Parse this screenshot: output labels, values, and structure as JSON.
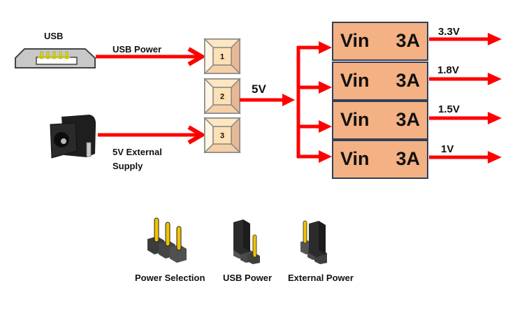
{
  "title": "Power Distribution Diagram",
  "colors": {
    "wire": "#ff0000",
    "regulator_fill": "#f4b183",
    "regulator_border": "#2f3f5a",
    "button_face": "#fde0b6",
    "pin_gold": "#f2c200",
    "header_body": "#2b2b2b"
  },
  "sources": {
    "usb_label": "USB",
    "usb_wire_label": "USB Power",
    "external_wire_label_line1": "5V External",
    "external_wire_label_line2": "Supply"
  },
  "selector": {
    "positions": [
      "1",
      "2",
      "3"
    ],
    "output_label": "5V"
  },
  "regulators": [
    {
      "input": "Vin",
      "current": "3A",
      "output": "3.3V"
    },
    {
      "input": "Vin",
      "current": "3A",
      "output": "1.8V"
    },
    {
      "input": "Vin",
      "current": "3A",
      "output": "1.5V"
    },
    {
      "input": "Vin",
      "current": "3A",
      "output": "1V"
    }
  ],
  "legend": [
    {
      "label": "Power Selection",
      "icon": "pin-header-3-pin"
    },
    {
      "label": "USB Power",
      "icon": "jumper-pins-1-2"
    },
    {
      "label": "External Power",
      "icon": "jumper-pins-2-3"
    }
  ]
}
